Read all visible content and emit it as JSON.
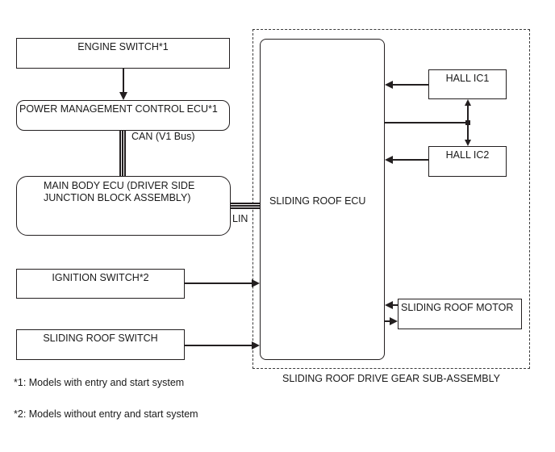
{
  "colors": {
    "line": "#231f20",
    "background": "#ffffff",
    "text": "#1a1a1a"
  },
  "boxes": {
    "engine_switch": "ENGINE SWITCH*1",
    "power_management_ecu": "POWER MANAGEMENT CONTROL ECU*1",
    "main_body_ecu": {
      "line1": "MAIN BODY ECU (DRIVER SIDE",
      "line2": "JUNCTION BLOCK ASSEMBLY)"
    },
    "ignition_switch": "IGNITION SWITCH*2",
    "sliding_roof_switch": "SLIDING ROOF SWITCH",
    "sliding_roof_ecu": "SLIDING ROOF ECU",
    "hall_ic1": "HALL IC1",
    "hall_ic2": "HALL IC2",
    "sliding_roof_motor": "SLIDING ROOF MOTOR"
  },
  "bus_labels": {
    "can": "CAN (V1 Bus)",
    "lin": "LIN"
  },
  "container_label": "SLIDING ROOF DRIVE GEAR SUB-ASSEMBLY",
  "footnotes": {
    "note1": "*1: Models with entry and start system",
    "note2": "*2: Models without entry and start system"
  }
}
